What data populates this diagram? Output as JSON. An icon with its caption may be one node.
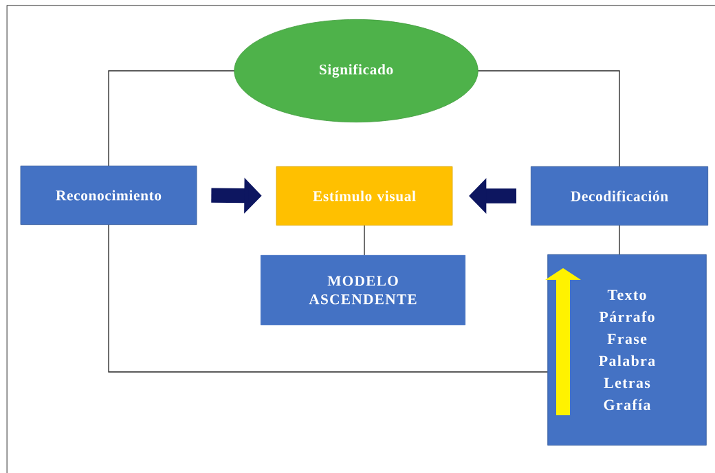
{
  "diagram": {
    "nodes": [
      {
        "text": [
          "Significado"
        ]
      },
      {
        "text": [
          "Reconocimiento"
        ]
      },
      {
        "text": [
          "Estímulo visual"
        ]
      },
      {
        "text": [
          "Decodificación"
        ]
      },
      {
        "text": [
          "MODELO ASCENDENTE"
        ]
      },
      {
        "text": [
          "Texto",
          "Párrafo",
          "Frase",
          "Palabra",
          "Letras",
          "Grafía"
        ]
      }
    ],
    "edges": [
      {
        "from": 0,
        "to": 1,
        "arrow": "none"
      },
      {
        "from": 0,
        "to": 3,
        "arrow": "none"
      },
      {
        "from": 1,
        "to": 2,
        "arrow": "to",
        "style": "thick",
        "color": "#0d1660"
      },
      {
        "from": 3,
        "to": 2,
        "arrow": "to",
        "style": "thick",
        "color": "#0d1660"
      },
      {
        "from": 2,
        "to": 4,
        "arrow": "none"
      },
      {
        "from": 3,
        "to": 5,
        "arrow": "none"
      },
      {
        "from": 1,
        "to": 5,
        "arrow": "none"
      }
    ]
  }
}
